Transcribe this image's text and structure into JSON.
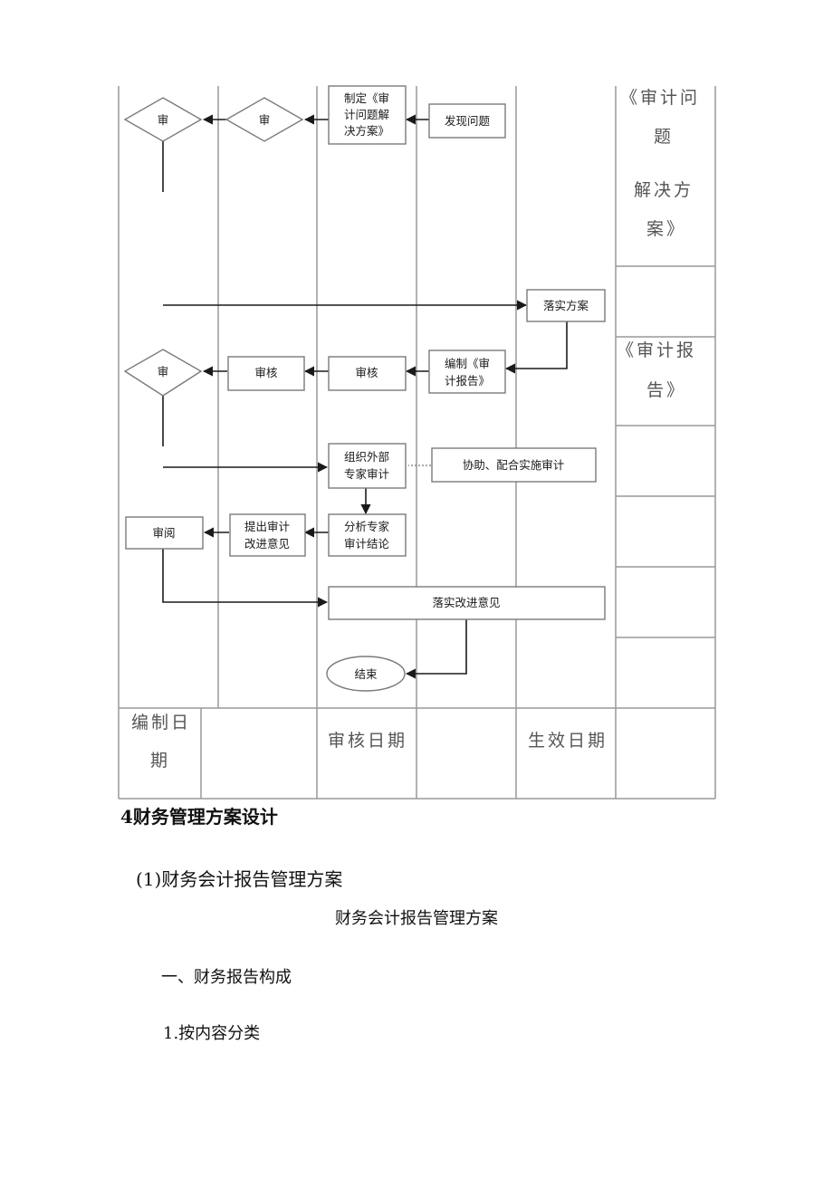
{
  "flowchart": {
    "nodes": {
      "review_top_left": "审",
      "review_top_mid": "审",
      "plan_solution": [
        "制定《审",
        "计问题解",
        "决方案》"
      ],
      "find_problem": "发现问题",
      "implement_plan": "落实方案",
      "compile_report": [
        "编制《审",
        "计报告》"
      ],
      "audit_check_right": "审核",
      "audit_check_left": "审核",
      "review_mid": "审",
      "organize_experts": [
        "组织外部",
        "专家审计"
      ],
      "assist_audit": "协助、配合实施审计",
      "analyze_conclusion": [
        "分析专家",
        "审计结论"
      ],
      "propose_improvement": [
        "提出审计",
        "改进意见"
      ],
      "read_review": "审阅",
      "implement_improvement": "落实改进意见",
      "end": "结束"
    },
    "side_column": {
      "doc_plan": [
        "《审计问",
        "题",
        "解决方",
        "案》"
      ],
      "doc_report": [
        "《审计报",
        "告》"
      ]
    },
    "footer": {
      "compile_date": [
        "编制日",
        "期"
      ],
      "review_date": "审核日期",
      "effective_date": "生效日期"
    }
  },
  "document": {
    "section_heading": "4财务管理方案设计",
    "sub_heading": "(1)财务会计报告管理方案",
    "center_title": "财务会计报告管理方案",
    "part_heading": "一、财务报告构成",
    "item_heading": "1.按内容分类"
  }
}
